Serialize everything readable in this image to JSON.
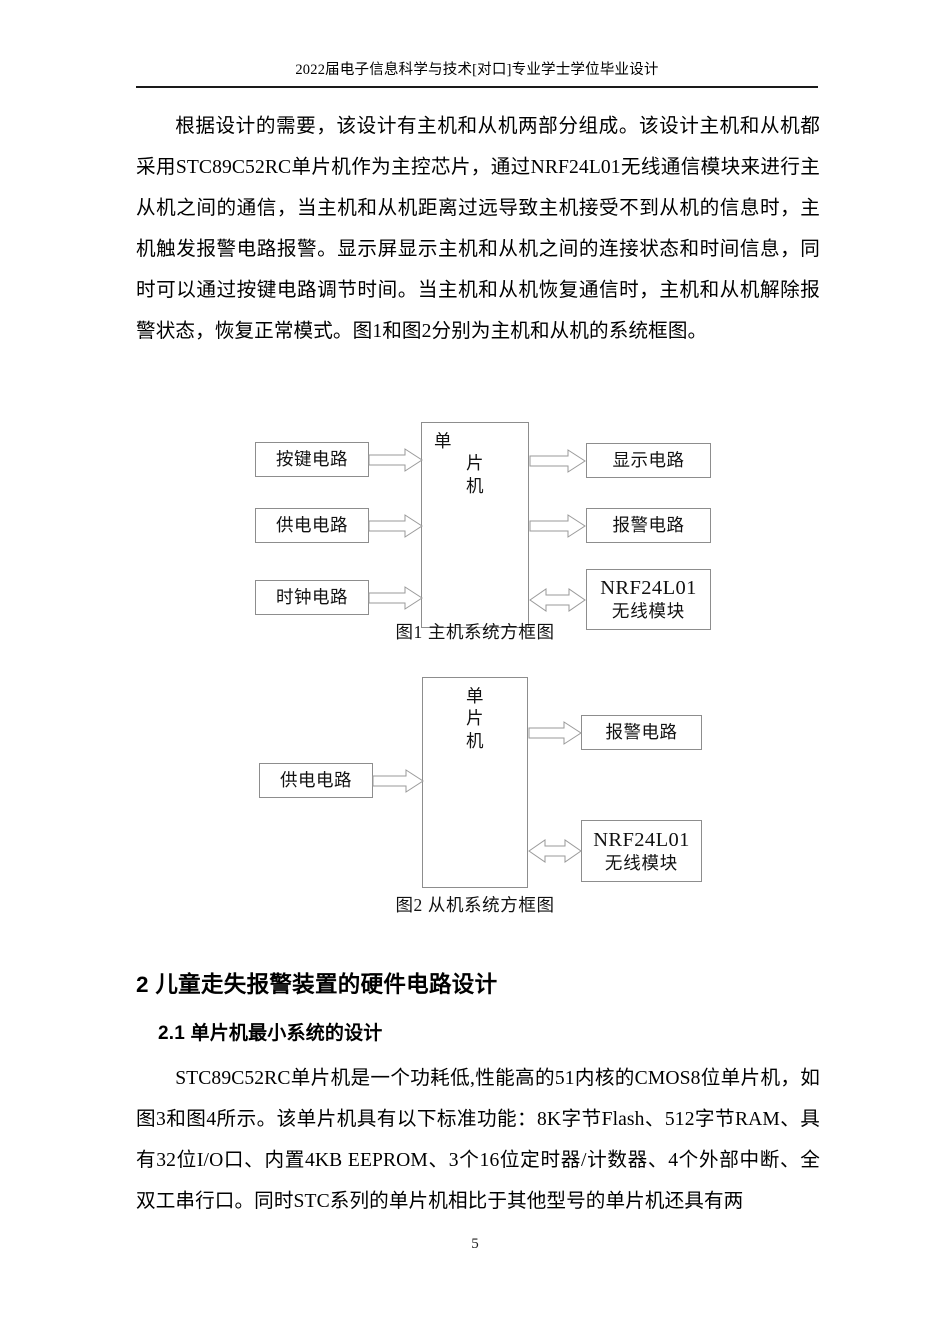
{
  "document": {
    "header_text": "2022届电子信息科学与技术[对口]专业学士学位毕业设计",
    "page_number": "5"
  },
  "paragraphs": {
    "intro": "根据设计的需要，该设计有主机和从机两部分组成。该设计主机和从机都采用STC89C52RC单片机作为主控芯片，通过NRF24L01无线通信模块来进行主从机之间的通信，当主机和从机距离过远导致主机接受不到从机的信息时，主机触发报警电路报警。显示屏显示主机和从机之间的连接状态和时间信息，同时可以通过按键电路调节时间。当主机和从机恢复通信时，主机和从机解除报警状态，恢复正常模式。图1和图2分别为主机和从机的系统框图。",
    "mcu_intro": "STC89C52RC单片机是一个功耗低,性能高的51内核的CMOS8位单片机，如图3和图4所示。该单片机具有以下标准功能：8K字节Flash、512字节RAM、具有32位I/O口、内置4KB EEPROM、3个16位定时器/计数器、4个外部中断、全双工串行口。同时STC系列的单片机相比于其他型号的单片机还具有两"
  },
  "headings": {
    "h1": "2 儿童走失报警装置的硬件电路设计",
    "h2": "2.1 单片机最小系统的设计"
  },
  "figure1": {
    "caption": "图1  主机系统方框图",
    "mcu_label": [
      "单",
      "片",
      "机"
    ],
    "left_boxes": [
      {
        "label": "按键电路"
      },
      {
        "label": "供电电路"
      },
      {
        "label": "时钟电路"
      }
    ],
    "right_boxes": [
      {
        "label": "显示电路",
        "arrow": "single"
      },
      {
        "label": "报警电路",
        "arrow": "single"
      },
      {
        "label_title": "NRF24L01",
        "label_sub": "无线模块",
        "arrow": "double"
      }
    ]
  },
  "figure2": {
    "caption": "图2  从机系统方框图",
    "mcu_label": [
      "单",
      "片",
      "机"
    ],
    "left_boxes": [
      {
        "label": "供电电路"
      }
    ],
    "right_boxes": [
      {
        "label": "报警电路",
        "arrow": "single"
      },
      {
        "label_title": "NRF24L01",
        "label_sub": "无线模块",
        "arrow": "double"
      }
    ]
  },
  "colors": {
    "box_stroke": "#8d8d8d",
    "arrow_stroke": "#9a9a9a",
    "rule": "#1a1a1a",
    "text": "#000000"
  }
}
